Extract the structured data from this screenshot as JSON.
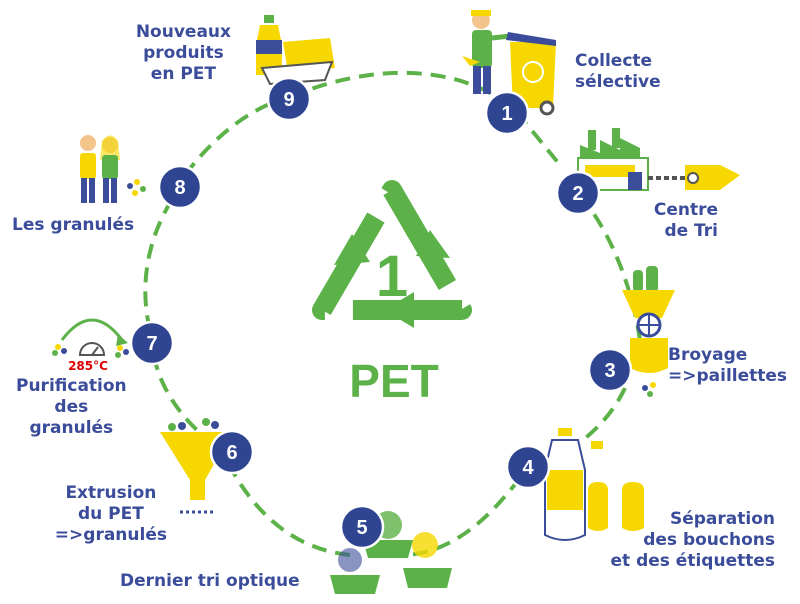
{
  "colors": {
    "primary": "#3b4d9a",
    "green": "#5cb248",
    "yellow": "#f6d800",
    "badge": "#2f4592",
    "temp": "#e00000"
  },
  "center": {
    "number": "1",
    "label": "PET"
  },
  "steps": [
    {
      "number": "1",
      "lines": [
        "Collecte",
        "sélective"
      ],
      "icon": "person-and-recycling-bin-icon"
    },
    {
      "number": "2",
      "lines": [
        "Centre",
        "de Tri"
      ],
      "icon": "sorting-factory-icon"
    },
    {
      "number": "3",
      "lines": [
        "Broyage",
        "=>paillettes"
      ],
      "icon": "shredder-icon"
    },
    {
      "number": "4",
      "lines": [
        "Séparation",
        "des bouchons",
        "et des étiquettes"
      ],
      "icon": "bottle-separation-icon"
    },
    {
      "number": "5",
      "lines": [
        "Dernier tri optique"
      ],
      "icon": "flake-bins-icon"
    },
    {
      "number": "6",
      "lines": [
        "Extrusion",
        "du PET",
        "=>granulés"
      ],
      "icon": "extrusion-funnel-icon"
    },
    {
      "number": "7",
      "lines": [
        "Purification",
        "des",
        "granulés"
      ],
      "icon": "purification-heat-icon",
      "temperature": "285°C"
    },
    {
      "number": "8",
      "lines": [
        "Les granulés"
      ],
      "icon": "people-and-pellets-icon"
    },
    {
      "number": "9",
      "lines": [
        "Nouveaux",
        "produits",
        "en PET"
      ],
      "icon": "pet-products-icon"
    }
  ]
}
